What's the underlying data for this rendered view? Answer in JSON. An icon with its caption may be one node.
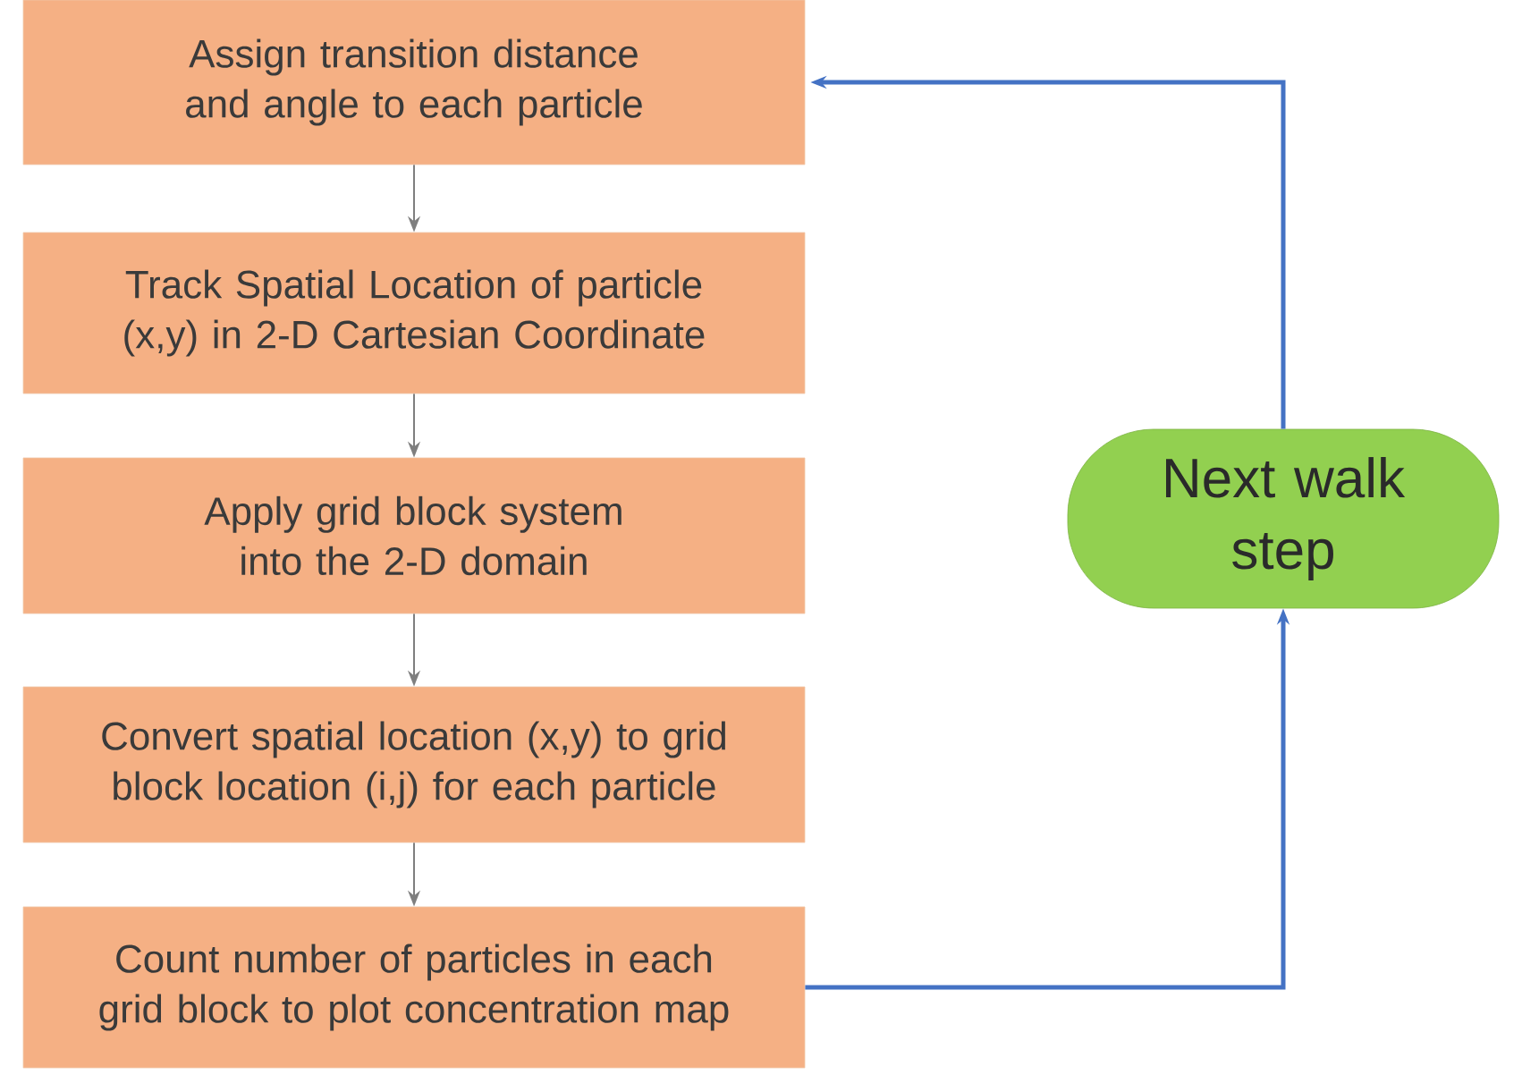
{
  "diagram": {
    "nodes": [
      {
        "text": [
          "Assign transition distance and angle to each particle"
        ]
      },
      {
        "text": [
          "Track Spatial Location of particle (x,y) in 2-D Cartesian Coordinate"
        ]
      },
      {
        "text": [
          "Apply grid block system into the 2-D domain"
        ]
      },
      {
        "text": [
          "Convert spatial location (x,y) to grid block location (i,j) for each particle"
        ]
      },
      {
        "text": [
          "Count number of particles in each grid block to plot concentration map"
        ]
      },
      {
        "text": [
          "Next walk step"
        ]
      }
    ],
    "edges": [
      {
        "from": 0,
        "to": 1,
        "arrow": "to"
      },
      {
        "from": 1,
        "to": 2,
        "arrow": "to"
      },
      {
        "from": 2,
        "to": 3,
        "arrow": "to"
      },
      {
        "from": 3,
        "to": 4,
        "arrow": "to"
      },
      {
        "from": 4,
        "to": 5,
        "arrow": "to",
        "style": "thick",
        "color": "#4472c4"
      },
      {
        "from": 5,
        "to": 0,
        "arrow": "to",
        "style": "thick",
        "color": "#4472c4"
      }
    ]
  }
}
